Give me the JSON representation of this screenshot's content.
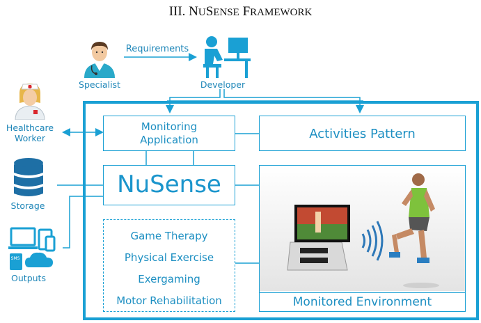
{
  "heading": {
    "prefix": "III. N",
    "sc1": "U",
    "mid": "S",
    "sc2": "ENSE",
    "suffix": " F",
    "sc3": "RAMEWORK"
  },
  "actors": {
    "specialist": "Specialist",
    "developer": "Developer",
    "healthcare_worker": "Healthcare\nWorker",
    "storage": "Storage",
    "outputs": "Outputs",
    "requirements": "Requirements"
  },
  "boxes": {
    "monitoring_app": "Monitoring\nApplication",
    "activities_pattern": "Activities Pattern",
    "nusense": "NuSense",
    "monitored_env": "Monitored Environment"
  },
  "applications": [
    "Game Therapy",
    "Physical Exercise",
    "Exergaming",
    "Motor Rehabilitation"
  ],
  "output_badge": "SMS",
  "colors": {
    "accent": "#1aa0d4",
    "text": "#1d8fc2"
  }
}
